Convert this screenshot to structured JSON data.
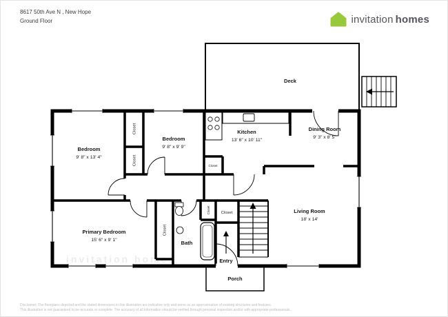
{
  "header": {
    "address": "8617 50th Ave N , New Hope",
    "floor_label": "Ground Floor"
  },
  "brand": {
    "word1": "invitation",
    "word2": "homes",
    "green": "#97C93D",
    "text_color": "#54565B"
  },
  "plan": {
    "rooms": {
      "deck": {
        "name": "Deck"
      },
      "kitchen": {
        "name": "Kitchen",
        "dims": "13' 6\" x 10' 11\""
      },
      "dining": {
        "name": "Dining Room",
        "dims": "9' 3\" x 8' 5\""
      },
      "bedroom_mid": {
        "name": "Bedroom",
        "dims": "9' 8\" x 9' 9\""
      },
      "bedroom_left": {
        "name": "Bedroom",
        "dims": "9' 8\" x 13' 4\""
      },
      "primary_bedroom": {
        "name": "Primary Bedroom",
        "dims": "15' 6\" x 9' 1\""
      },
      "living": {
        "name": "Living Room",
        "dims": "18' x 14'"
      },
      "bath": {
        "name": "Bath"
      },
      "entry": {
        "name": "Entry"
      },
      "porch": {
        "name": "Porch"
      }
    },
    "closet_label": "Closet",
    "watermark": "invitation homes"
  },
  "footer": {
    "line1": "Disclaimer: The floorplans depicted and the stated dimensions in this illustration are indicative only and serve as an approximation of existing structures and features.",
    "line2": "This illustration is not guaranteed to be accurate or complete. The accuracy of all information should be verified through personal inspection and/or with appropriate professionals."
  }
}
